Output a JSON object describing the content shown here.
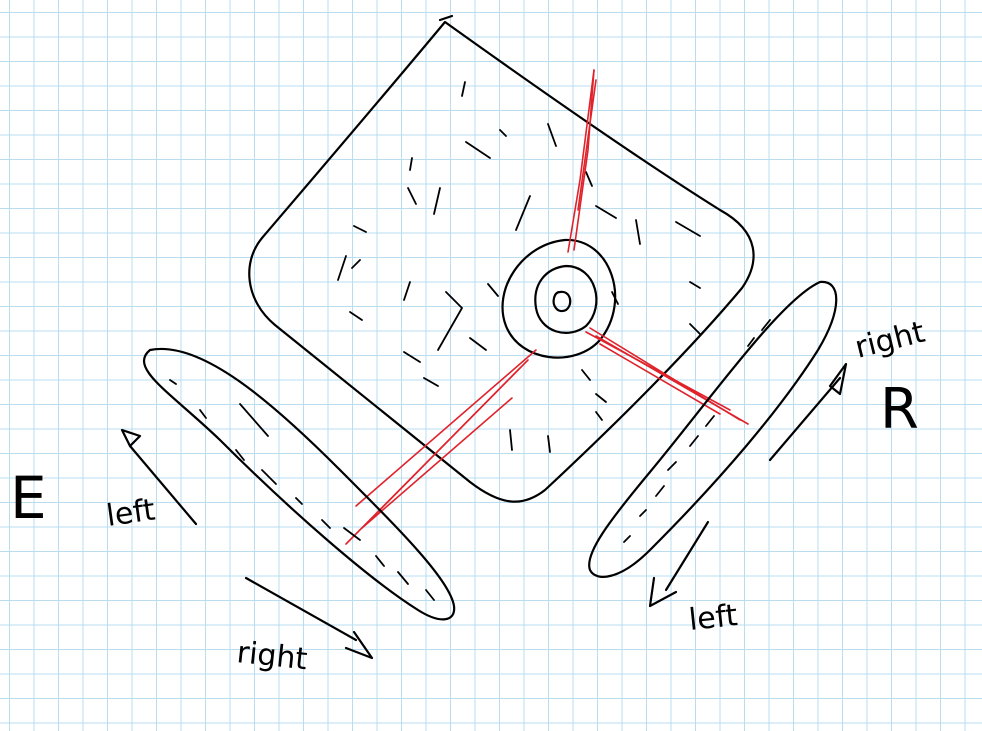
{
  "labels": {
    "left_letter": "E",
    "left_arrow_up": "left",
    "left_arrow_down": "right",
    "right_letter": "R",
    "right_arrow_up": "right",
    "right_arrow_down": "left"
  },
  "colors": {
    "ink": "#000000",
    "red_lines": "#e0222b",
    "grid": "#b9dcef",
    "paper": "#ffffff"
  }
}
